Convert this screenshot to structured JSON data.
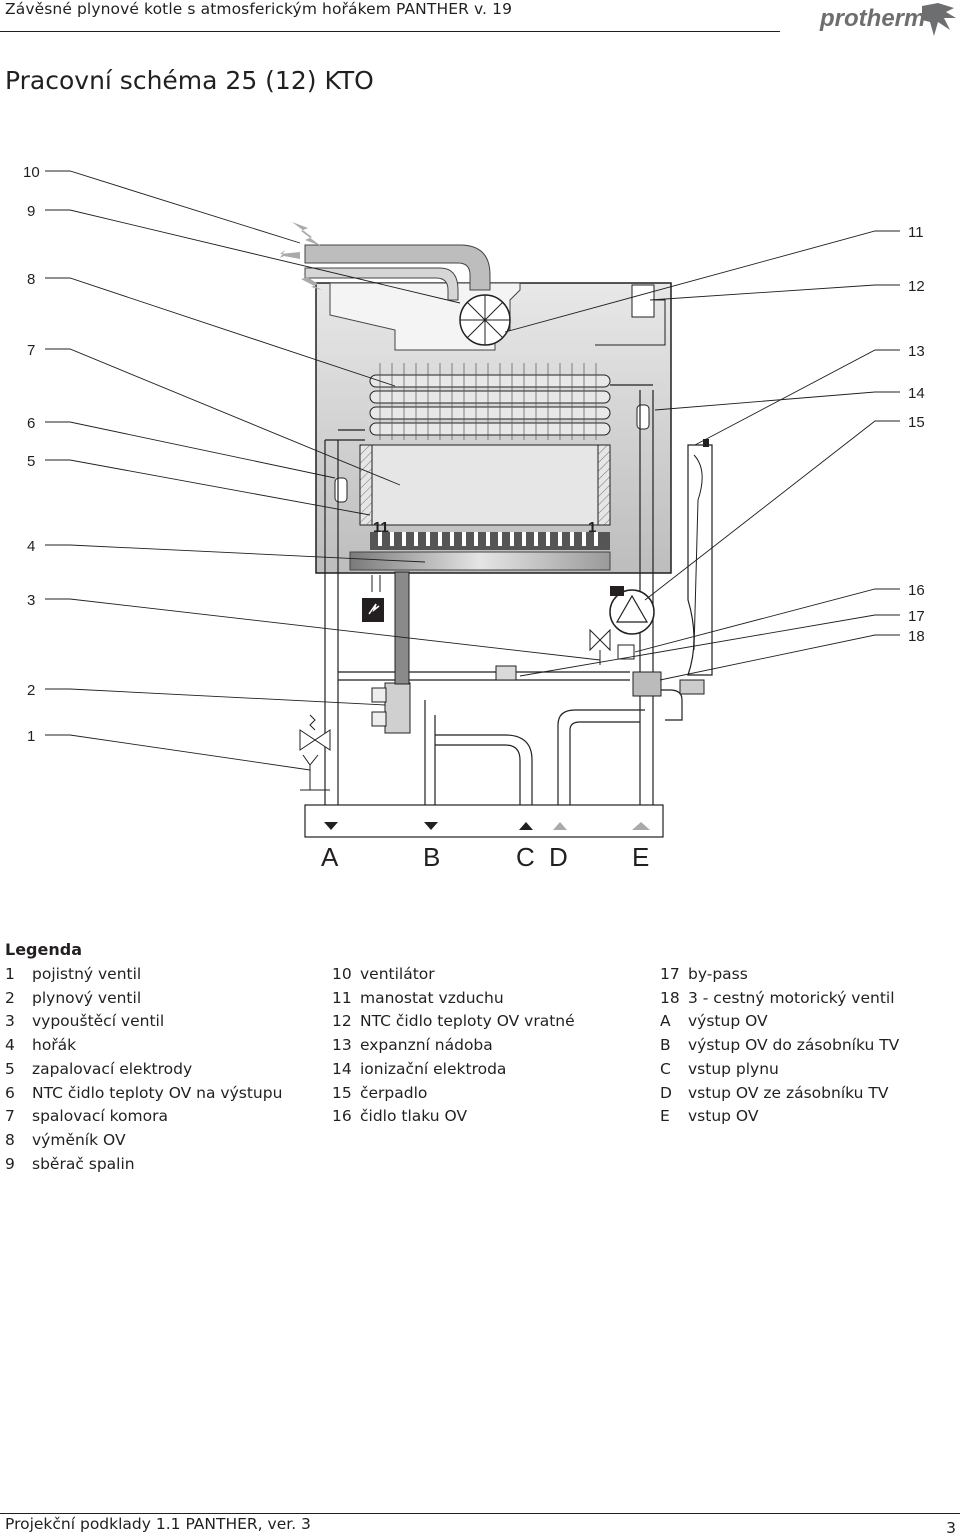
{
  "header": {
    "title": "Závěsné plynové kotle s atmosferickým hořákem PANTHER v. 19",
    "logo_text": "protherm"
  },
  "page_title": "Pracovní schéma 25 (12) KTO",
  "diagram": {
    "left_labels": [
      "10",
      "9",
      "8",
      "7",
      "6",
      "5",
      "4",
      "3",
      "2",
      "1"
    ],
    "right_labels": [
      "11",
      "12",
      "13",
      "14",
      "15",
      "16",
      "17",
      "18"
    ],
    "connection_labels": [
      "A",
      "B",
      "C",
      "D",
      "E"
    ],
    "electrode_marks": [
      "11",
      "1"
    ]
  },
  "legend": {
    "title": "Legenda",
    "col1": [
      {
        "num": "1",
        "text": "pojistný ventil"
      },
      {
        "num": "2",
        "text": "plynový ventil"
      },
      {
        "num": "3",
        "text": "vypouštěcí ventil"
      },
      {
        "num": "4",
        "text": "hořák"
      },
      {
        "num": "5",
        "text": "zapalovací elektrody"
      },
      {
        "num": "6",
        "text": "NTC čidlo teploty OV na výstupu"
      },
      {
        "num": "7",
        "text": "spalovací komora"
      },
      {
        "num": "8",
        "text": "výměník OV"
      },
      {
        "num": "9",
        "text": "sběrač spalin"
      }
    ],
    "col2": [
      {
        "num": "10",
        "text": "ventilátor"
      },
      {
        "num": "11",
        "text": "manostat vzduchu"
      },
      {
        "num": "12",
        "text": "NTC čidlo teploty OV vratné"
      },
      {
        "num": "13",
        "text": "expanzní nádoba"
      },
      {
        "num": "14",
        "text": "ionizační elektroda"
      },
      {
        "num": "15",
        "text": "čerpadlo"
      },
      {
        "num": "16",
        "text": "čidlo tlaku OV"
      }
    ],
    "col3": [
      {
        "num": "17",
        "text": "by-pass"
      },
      {
        "num": "18",
        "text": "3 - cestný motorický ventil"
      },
      {
        "num": "A",
        "text": "výstup OV"
      },
      {
        "num": "B",
        "text": "výstup OV do zásobníku TV"
      },
      {
        "num": "C",
        "text": "vstup plynu"
      },
      {
        "num": "D",
        "text": "vstup OV ze zásobníku TV"
      },
      {
        "num": "E",
        "text": "vstup OV"
      }
    ]
  },
  "footer": {
    "text": "Projekční podklady 1.1 PANTHER, ver. 3",
    "page": "3"
  }
}
